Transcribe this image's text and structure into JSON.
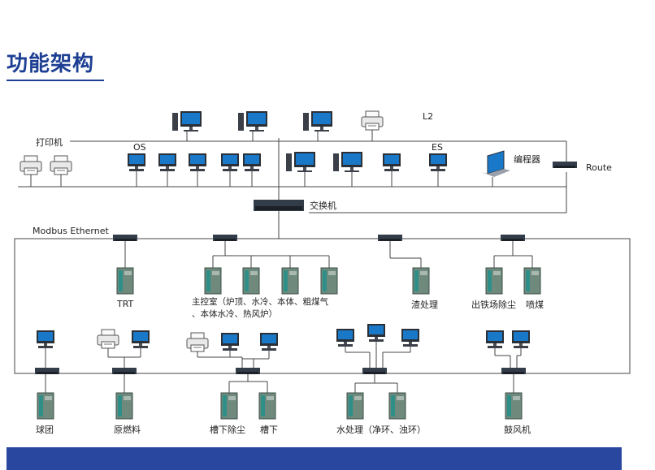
{
  "title": "功能架构",
  "labels": {
    "l2": "L2",
    "printer": "打印机",
    "os": "OS",
    "es": "ES",
    "programmer": "编程器",
    "route": "Route",
    "switch": "交换机",
    "modbus": "Modbus Ethernet",
    "trt": "TRT",
    "main_control_1": "主控室（炉顶、水冷、本体、粗煤气",
    "main_control_2": "、本体水冷、热风炉）",
    "slag": "渣处理",
    "tapping_dust": "出铁场除尘",
    "coal_injection": "喷煤",
    "pellet": "球团",
    "raw_fuel": "原燃料",
    "trough_dust": "槽下除尘",
    "trough": "槽下",
    "water_treatment": "水处理（净环、浊环）",
    "blower": "鼓风机"
  },
  "colors": {
    "title": "#1d3f93",
    "footer": "#2a47a0",
    "plc": "#6f8a7d",
    "screen": "#1a78c8",
    "switch": "#333d4a"
  }
}
